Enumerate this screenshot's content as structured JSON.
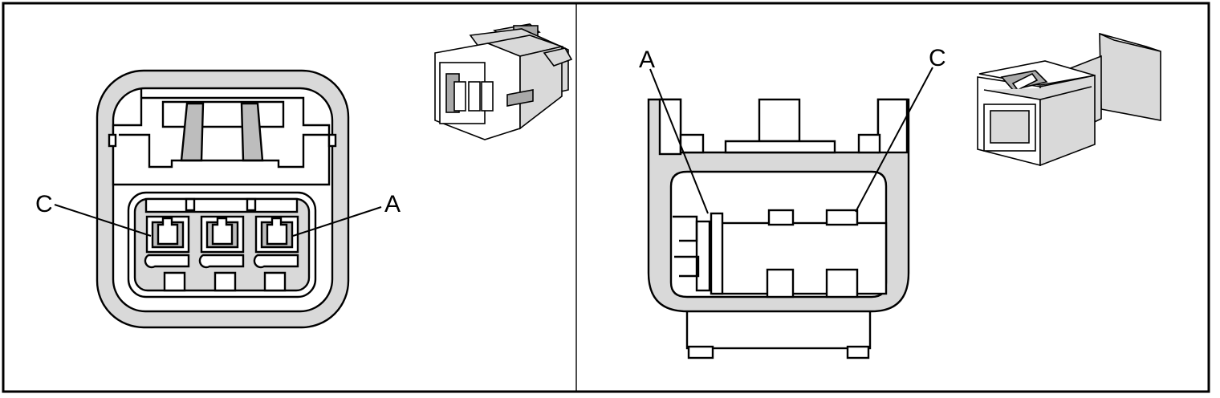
{
  "colors": {
    "line": "#000000",
    "fill_light": "#d9d9d9",
    "fill_mid": "#bdbdbd",
    "background": "#ffffff"
  },
  "left_panel": {
    "labels": {
      "pin_c": "C",
      "pin_a": "A"
    }
  },
  "right_panel": {
    "labels": {
      "pin_a": "A",
      "pin_c": "C"
    }
  }
}
